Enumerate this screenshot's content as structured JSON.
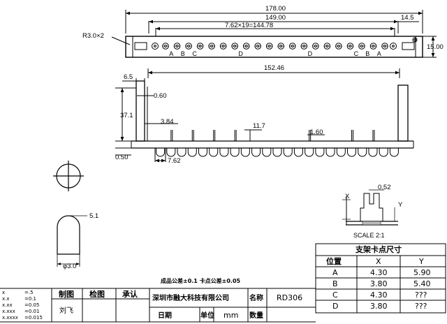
{
  "top_view": {
    "dim_total": "178.00",
    "dim_inner": "149.00",
    "dim_pitch": "7.62×19=144.78",
    "dim_end": "14.5",
    "dim_height": "15.00",
    "corner_radius": "R3.0×2",
    "position_labels": [
      "A",
      "B",
      "C",
      "D",
      "D",
      "C",
      "B",
      "A"
    ]
  },
  "side_view": {
    "dim_span": "152.46",
    "dim_6_5": "6.5",
    "dim_0_60": "0.60",
    "dim_37_1": "37.1",
    "dim_3_84": "3.84",
    "dim_11_7": "11.7",
    "dim_1_60": "1.60",
    "dim_0_50": "0.50",
    "dim_7_62": "7.62"
  },
  "detail": {
    "dim_top": "5.1",
    "dim_dia": "φ3.0",
    "scale_dim": "0.52",
    "scale_x": "X",
    "scale_y": "Y",
    "scale_label": "SCALE 2:1"
  },
  "position_table": {
    "title": "支架卡点尺寸",
    "headers": [
      "位置",
      "X",
      "Y"
    ],
    "rows": [
      [
        "A",
        "4.30",
        "5.90"
      ],
      [
        "B",
        "3.80",
        "5.40"
      ],
      [
        "C",
        "4.30",
        "???"
      ],
      [
        "D",
        "3.80",
        "???"
      ]
    ]
  },
  "tolerance_note": "成品公差±0.1  卡点公差±0.05",
  "title_block": {
    "tolerances": [
      {
        "k": "x",
        "v": "=.5"
      },
      {
        "k": "x.x",
        "v": "=0.1"
      },
      {
        "k": "x.xx",
        "v": "=0.05"
      },
      {
        "k": "x.xxx",
        "v": "=0.01"
      },
      {
        "k": "x.xxxx",
        "v": "=0.015"
      }
    ],
    "drawn_label": "制图",
    "checked_label": "检图",
    "approved_label": "承认",
    "drawer_name": "刘飞",
    "date_label": "日期",
    "company": "深圳市融大科技有限公司",
    "name_label": "名称",
    "part_name": "RD306",
    "unit_label": "单位",
    "unit_value": "mm",
    "qty_label": "数量"
  }
}
